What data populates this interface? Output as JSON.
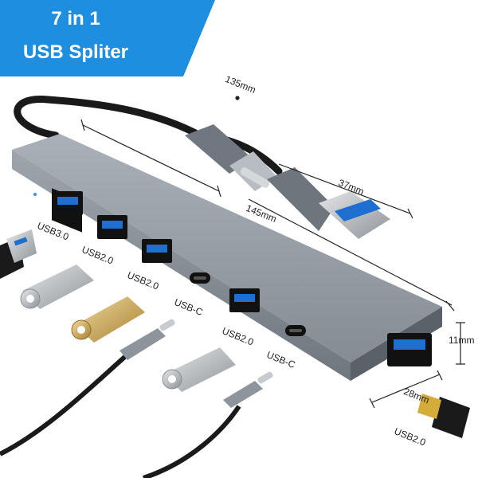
{
  "badge": {
    "line1": "7 in 1",
    "line2": "USB Spliter",
    "color": "#1e8fe0"
  },
  "dimensions": {
    "cable_length": "135mm",
    "hub_length": "145mm",
    "adapter_length": "37mm",
    "height": "11mm",
    "width": "28mm"
  },
  "ports": [
    {
      "label": "USB3.0"
    },
    {
      "label": "USB2.0"
    },
    {
      "label": "USB2.0"
    },
    {
      "label": "USB-C"
    },
    {
      "label": "USB2.0"
    },
    {
      "label": "USB-C"
    }
  ],
  "end_port": {
    "label": "USB2.0"
  },
  "colors": {
    "hub_body": "#8d949c",
    "usb3_blue": "#1f6fd1",
    "cable": "#1a1a1a",
    "gold_drive": "#c9a24a",
    "silver_drive": "#b9bcbf"
  }
}
